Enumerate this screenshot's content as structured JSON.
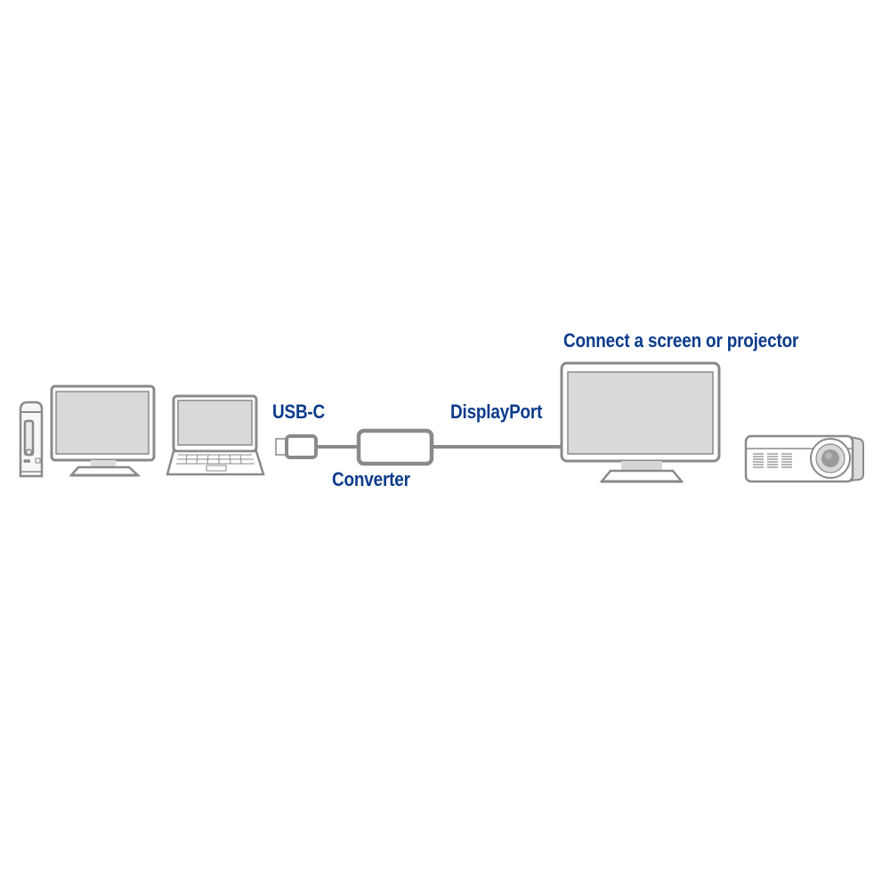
{
  "labels": {
    "usb_c": "USB-C",
    "converter": "Converter",
    "displayport": "DisplayPort",
    "target": "Connect a screen or projector"
  },
  "devices": {
    "source": [
      "desktop-tower",
      "desktop-monitor",
      "laptop"
    ],
    "cable": [
      "usb-c-plug",
      "converter-box",
      "displayport-cable"
    ],
    "output": [
      "monitor",
      "projector"
    ]
  },
  "colors": {
    "text": "#0b3b8c",
    "outline": "#8a8a8a",
    "screen": "#d9d9d9",
    "background": "#ffffff"
  }
}
